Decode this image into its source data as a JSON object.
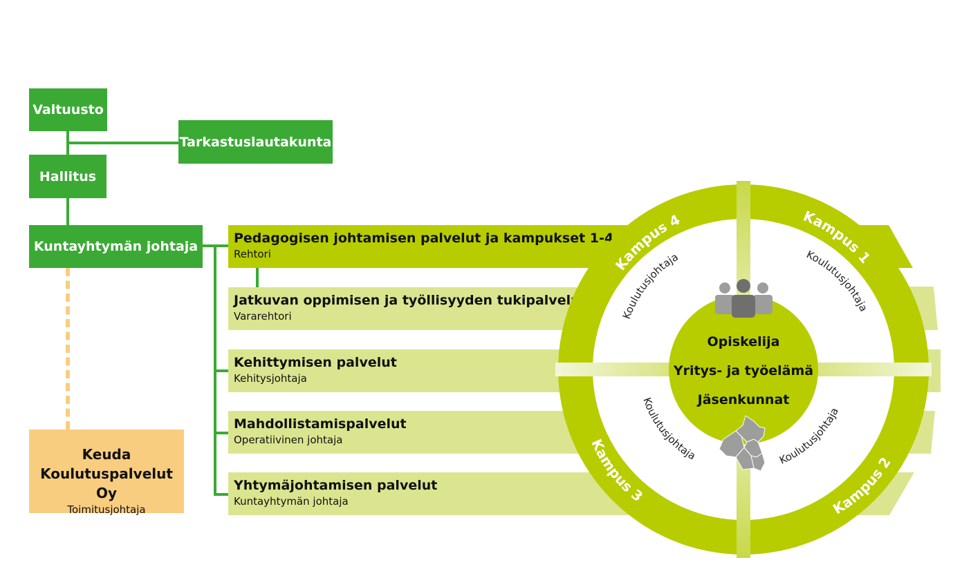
{
  "org": {
    "valtuusto": "Valtuusto",
    "tarkastus": "Tarkastuslautakunta",
    "hallitus": "Hallitus",
    "johtaja": "Kuntayhtymän johtaja",
    "company_line1": "Keuda",
    "company_line2": "Koulutuspalvelut Oy",
    "company_role": "Toimitusjohtaja"
  },
  "services": [
    {
      "title": "Pedagogisen johtamisen palvelut ja kampukset 1-4",
      "role": "Rehtori"
    },
    {
      "title": "Jatkuvan oppimisen ja työllisyyden tukipalvelut",
      "role": "Vararehtori"
    },
    {
      "title": "Kehittymisen palvelut",
      "role": "Kehitysjohtaja"
    },
    {
      "title": "Mahdollistamispalvelut",
      "role": "Operatiivinen johtaja"
    },
    {
      "title": "Yhtymäjohtamisen palvelut",
      "role": "Kuntayhtymän johtaja"
    }
  ],
  "wheel": {
    "campus1": "Kampus 1",
    "campus2": "Kampus 2",
    "campus3": "Kampus 3",
    "campus4": "Kampus 4",
    "role": "Koulutusjohtaja",
    "center1": "Opiskelija",
    "center2": "Yritys- ja työelämä",
    "center3": "Jäsenkunnat"
  },
  "colors": {
    "green": "#3aaa35",
    "lime": "#b7cd00",
    "light_lime": "#dbe590",
    "orange": "#f9cd80",
    "gray": "#9d9d9c",
    "dark_gray": "#6f6f6e"
  },
  "icons": [
    "people-icon",
    "municipality-map-icon"
  ]
}
